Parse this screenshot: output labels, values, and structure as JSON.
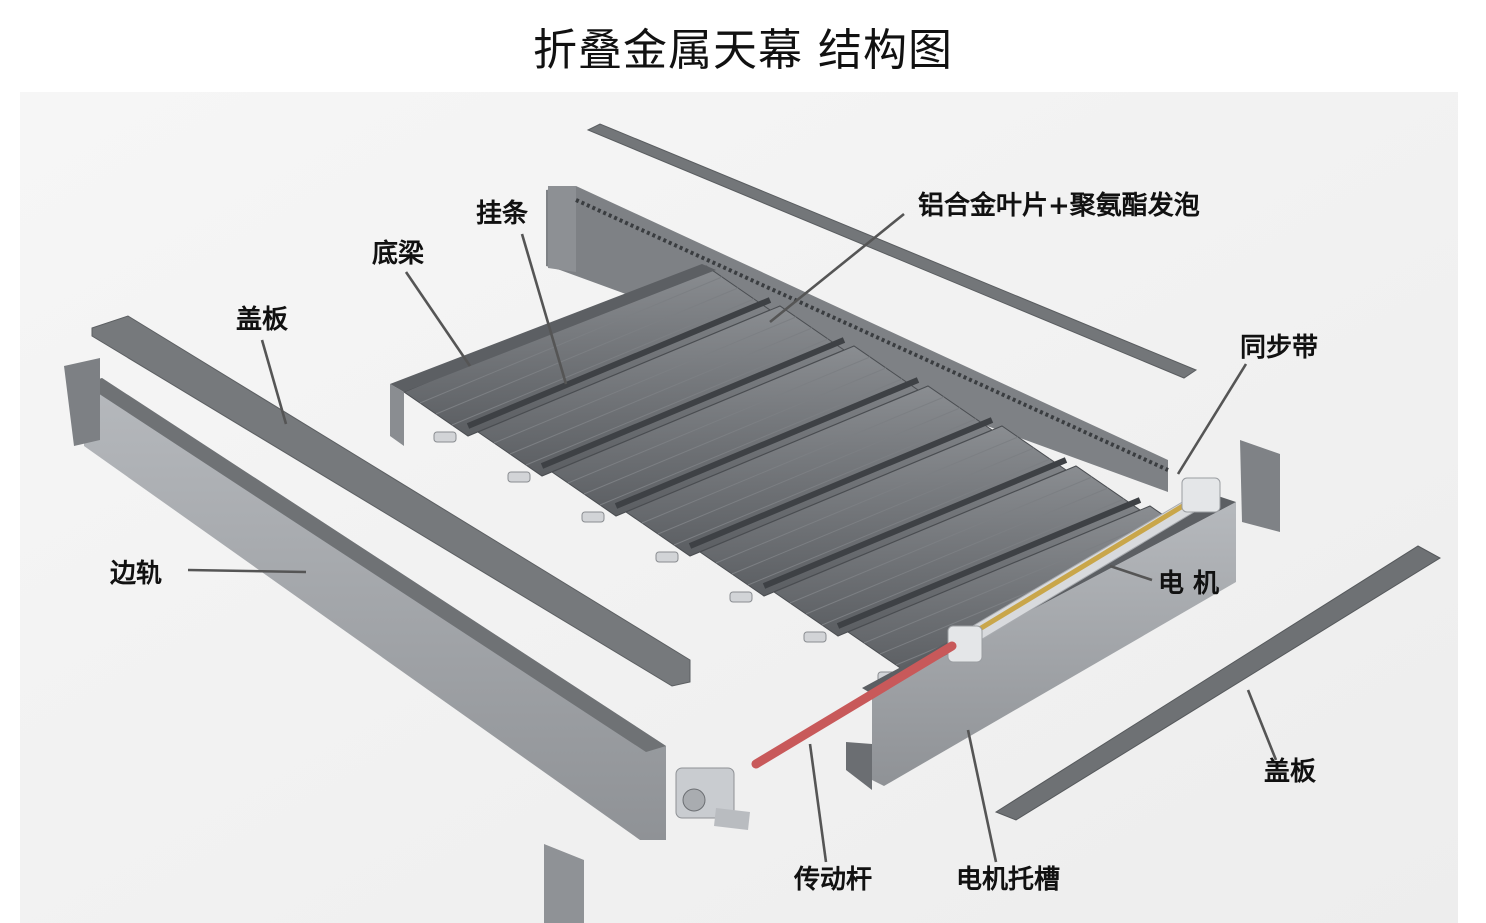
{
  "title": "折叠金属天幕 结构图",
  "labels": {
    "guagtiao": "挂条",
    "diliang": "底梁",
    "gaiban_left": "盖板",
    "blade": "铝合金叶片+聚氨酯发泡",
    "belt": "同步带",
    "side_rail": "边轨",
    "motor": "电 机",
    "gaiban_right": "盖板",
    "drive_rod": "传动杆",
    "motor_tray": "电机托槽"
  },
  "colors": {
    "panel": "#6f7276",
    "panel_dark": "#4e5155",
    "panel_light": "#a9adb1",
    "metal": "#c9ccd0",
    "rod_red": "#c8595a",
    "rod_gold": "#c9a64a",
    "backdrop": "#f2f2f2"
  }
}
